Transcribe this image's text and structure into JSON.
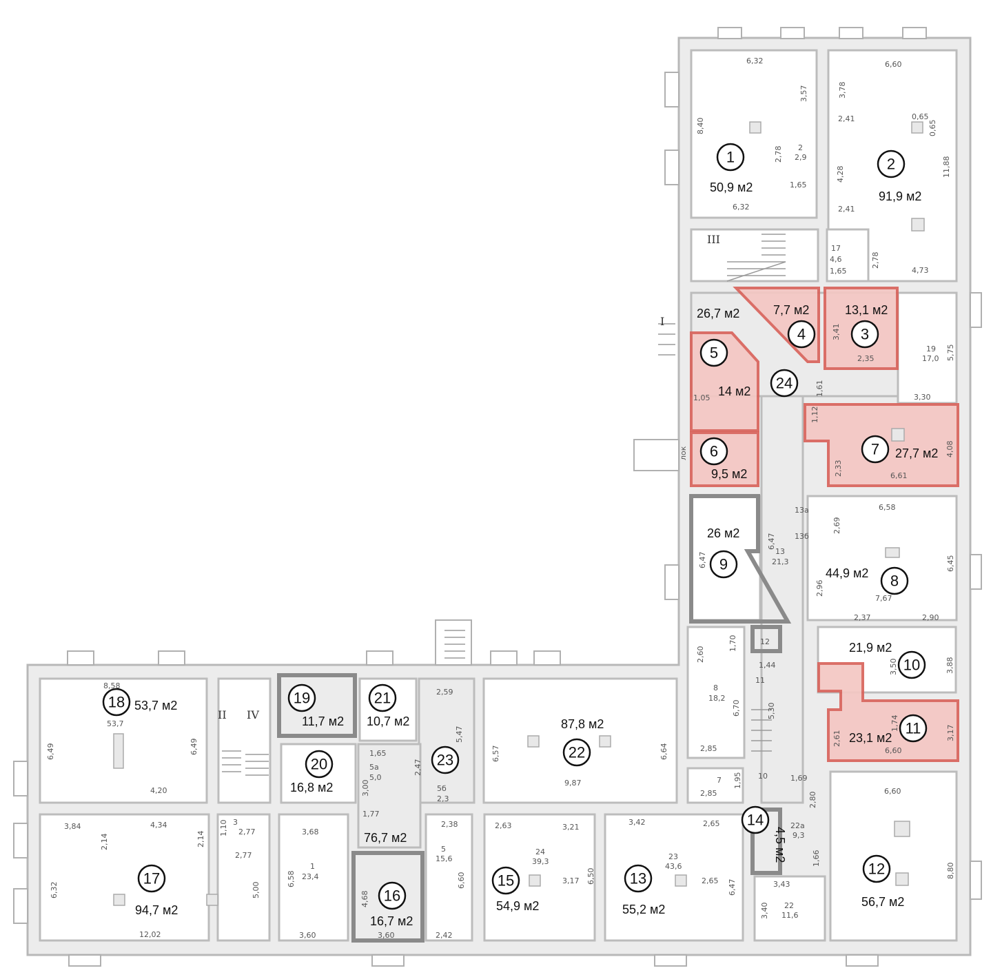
{
  "rooms": [
    {
      "id": "1",
      "area": "50,9 м2"
    },
    {
      "id": "2",
      "area": "91,9 м2"
    },
    {
      "id": "3",
      "area": "13,1 м2"
    },
    {
      "id": "4",
      "area": "7,7 м2"
    },
    {
      "id": "5",
      "area": "14 м2"
    },
    {
      "id": "6",
      "area": "9,5 м2"
    },
    {
      "id": "7",
      "area": "27,7 м2"
    },
    {
      "id": "8",
      "area": "44,9 м2"
    },
    {
      "id": "9",
      "area": "26 м2"
    },
    {
      "id": "10",
      "area": "21,9 м2"
    },
    {
      "id": "11",
      "area": "23,1 м2"
    },
    {
      "id": "12",
      "area": "56,7 м2"
    },
    {
      "id": "13",
      "area": "55,2 м2"
    },
    {
      "id": "14",
      "area": "4,5 м2"
    },
    {
      "id": "15",
      "area": "54,9 м2"
    },
    {
      "id": "16",
      "area": "16,7 м2"
    },
    {
      "id": "17",
      "area": "94,7 м2"
    },
    {
      "id": "18",
      "area": "53,7 м2"
    },
    {
      "id": "19",
      "area": "11,7 м2"
    },
    {
      "id": "20",
      "area": "16,8 м2"
    },
    {
      "id": "21",
      "area": "10,7 м2"
    },
    {
      "id": "22",
      "area": "87,8 м2"
    },
    {
      "id": "23",
      "area": "76,7 м2"
    },
    {
      "id": "24",
      "area": "26,7 м2"
    }
  ],
  "stair_labels": [
    "I",
    "III",
    "IV",
    "II"
  ],
  "dimensions": [
    "6,32",
    "3,57",
    "8,40",
    "2,78",
    "2",
    "2,9",
    "1,65",
    "6,32",
    "6,60",
    "3,78",
    "2,41",
    "0,65",
    "0,65",
    "4,28",
    "11,88",
    "2,41",
    "2,78",
    "4,73",
    "17",
    "4,6",
    "1,65",
    "3,41",
    "2,35",
    "19",
    "17,0",
    "5,75",
    "1,61",
    "3,30",
    "1,05",
    "1,12",
    "2,33",
    "6,61",
    "4,08",
    "лок",
    "13а",
    "13б",
    "6,47",
    "13",
    "21,3",
    "6,47",
    "6,58",
    "2,69",
    "6,45",
    "2,96",
    "7,67",
    "2,37",
    "2,90",
    "12",
    "1,70",
    "2,60",
    "8",
    "18,2",
    "6,70",
    "1,44",
    "11",
    "5,30",
    "3,50",
    "3,88",
    "2,61",
    "1,74",
    "6,60",
    "3,17",
    "2,85",
    "7",
    "2,85",
    "1,95",
    "10",
    "1,69",
    "2,80",
    "22а",
    "9,3",
    "1,66",
    "6,60",
    "8,80",
    "3,43",
    "22",
    "11,6",
    "3,40",
    "6,47",
    "3,42",
    "2,65",
    "23",
    "43,6",
    "2,65",
    "2,63",
    "3,21",
    "24",
    "39,3",
    "3,17",
    "6,50",
    "2,38",
    "5",
    "15,6",
    "6,60",
    "2,42",
    "4,68",
    "3,60",
    "3,68",
    "1",
    "23,4",
    "6,58",
    "3,60",
    "3",
    "2,77",
    "1,10",
    "2,77",
    "5,00",
    "3,84",
    "4,34",
    "2,14",
    "2,14",
    "6,32",
    "12,02",
    "8,58",
    "53,7",
    "6,49",
    "6,49",
    "4,20",
    "1,65",
    "5а",
    "5,0",
    "3,00",
    "2,47",
    "5б",
    "2,3",
    "1,77",
    "2,59",
    "5,47",
    "6,57",
    "6,64",
    "9,87"
  ],
  "colors": {
    "highlight_fill": "#f4c7c3",
    "highlight_stroke": "#d9645c",
    "corridor": "#ebebeb",
    "wall": "#ececec"
  }
}
